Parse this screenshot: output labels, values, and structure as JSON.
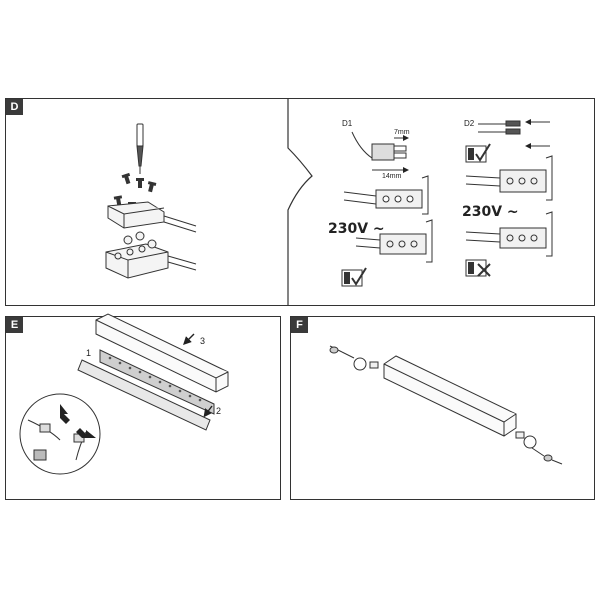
{
  "panels": {
    "d": {
      "label": "D"
    },
    "e": {
      "label": "E"
    },
    "f": {
      "label": "F"
    }
  },
  "d1": {
    "label": "D1",
    "strip_length": "7mm",
    "insert_length": "14mm",
    "voltage": "230V ~"
  },
  "d2": {
    "label": "D2",
    "voltage": "230V ~"
  },
  "steps": {
    "one": "1",
    "two": "2",
    "three": "3"
  }
}
